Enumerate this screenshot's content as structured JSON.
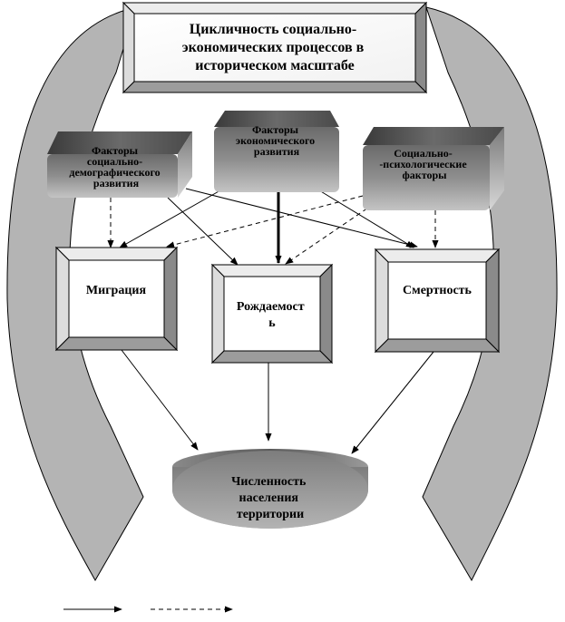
{
  "title": {
    "lines": [
      "Цикличность социально-",
      "экономических процессов в",
      "историческом масштабе"
    ]
  },
  "factors": {
    "social_demographic": {
      "lines": [
        "Факторы",
        "социально-",
        "демографического",
        "развития"
      ]
    },
    "economic": {
      "lines": [
        "Факторы",
        "экономического",
        "развития"
      ]
    },
    "psychological": {
      "lines": [
        "Социально-",
        "-психологические",
        "факторы"
      ]
    }
  },
  "processes": {
    "migration": {
      "lines": [
        "Миграция"
      ]
    },
    "birth_rate": {
      "lines": [
        "Рождаемост",
        "ь"
      ]
    },
    "mortality": {
      "lines": [
        "Смертность"
      ]
    }
  },
  "result": {
    "lines": [
      "Численность",
      "населения",
      "территории"
    ]
  },
  "colors": {
    "arc_fill": "#b4b4b4",
    "factor_dark": "#5c5c5c",
    "factor_mid": "#8a8a8a",
    "factor_light": "#c8c8c8",
    "bevel_light": "#ececec",
    "bevel_dark": "#8a8a8a",
    "ellipse": "#9a9a9a"
  }
}
